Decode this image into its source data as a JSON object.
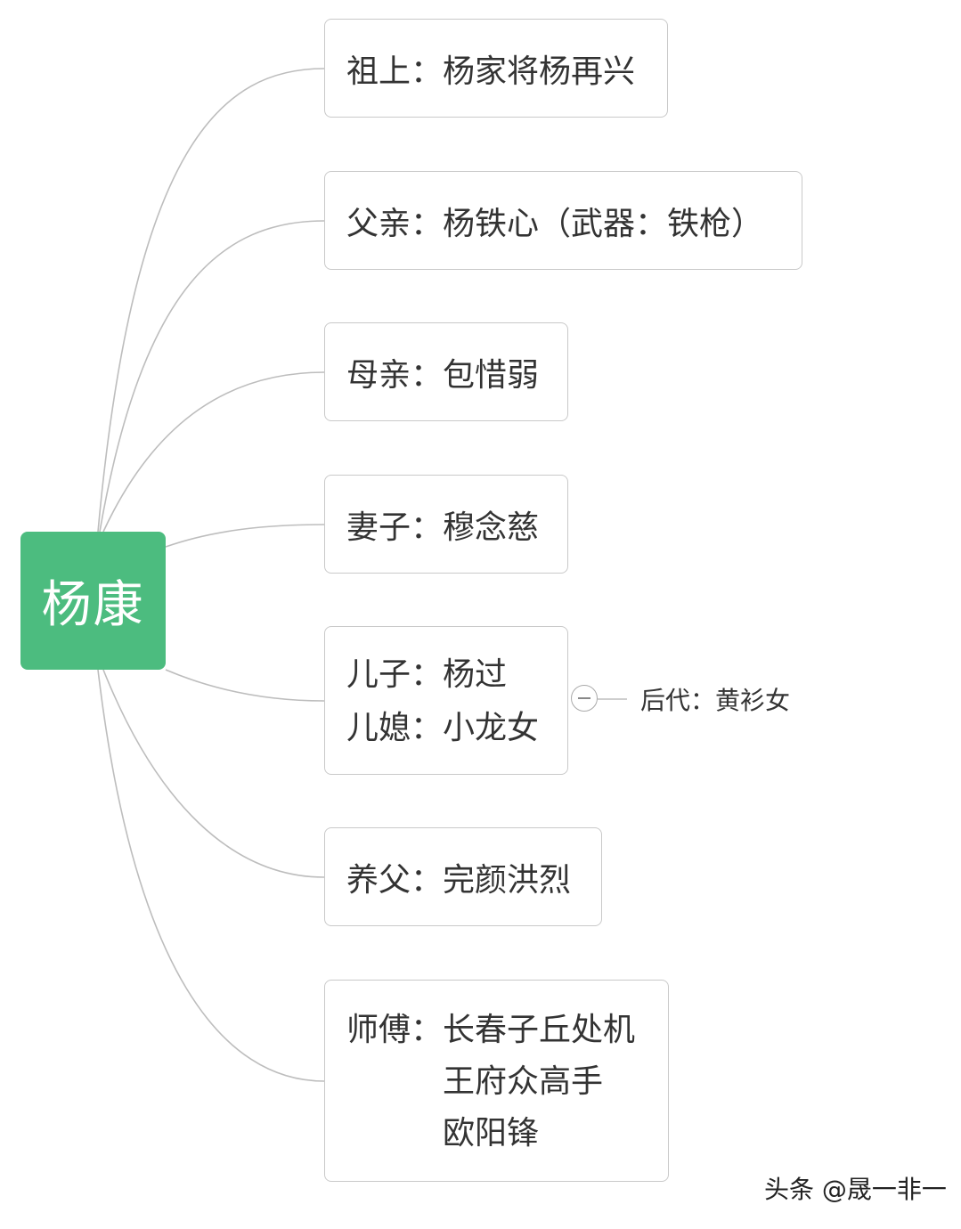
{
  "root": {
    "label": "杨康"
  },
  "nodes": {
    "ancestor": {
      "label": "祖上：",
      "value": "杨家将杨再兴"
    },
    "father": {
      "label": "父亲：",
      "value": "杨铁心（武器：铁枪）"
    },
    "mother": {
      "label": "母亲：",
      "value": "包惜弱"
    },
    "wife": {
      "label": "妻子：",
      "value": "穆念慈"
    },
    "son": {
      "lines": [
        {
          "label": "儿子：",
          "value": "杨过"
        },
        {
          "label": "儿媳：",
          "value": "小龙女"
        }
      ]
    },
    "foster_father": {
      "label": "养父：",
      "value": "完颜洪烈"
    },
    "masters": {
      "label": "师傅：",
      "values": [
        "长春子丘处机",
        "王府众高手",
        "欧阳锋"
      ]
    }
  },
  "descendant": {
    "text": "后代：黄衫女"
  },
  "watermark": {
    "text": "头条 @晟一非一"
  },
  "colors": {
    "root_fill": "#4cbc7f",
    "node_border": "#c9c9c9",
    "connector": "#b8b8b8"
  }
}
